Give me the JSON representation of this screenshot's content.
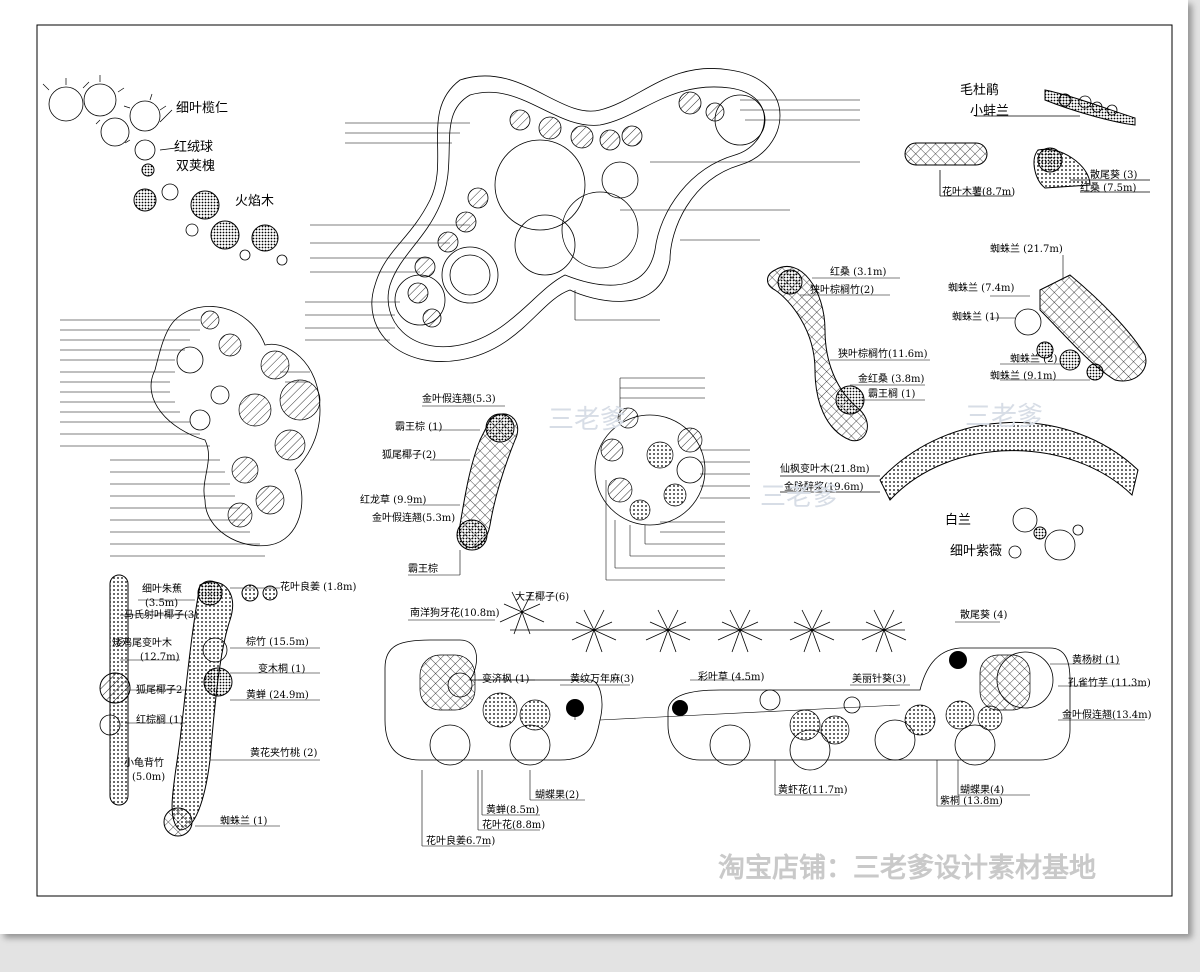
{
  "labels_top_left": [
    "细叶榄仁",
    "红绒球",
    "双荚槐",
    "火焰木"
  ],
  "labels_top_right": [
    "毛杜鹃",
    "小蚌兰",
    "花叶木薯(8.7m)",
    "散尾葵 (3)",
    "红桑 (7.5m)"
  ],
  "labels_mid_right": [
    "红桑 (3.1m)",
    "狭叶棕榈竹(2)",
    "狭叶棕榈竹(11.6m)",
    "金红桑 (3.8m)",
    "霸王榈 (1)"
  ],
  "labels_far_right": [
    "蜘蛛兰 (21.7m)",
    "蜘蛛兰 (7.4m)",
    "蜘蛛兰 (1)",
    "蜘蛛兰 (2)",
    "蜘蛛兰 (9.1m)"
  ],
  "labels_center": [
    "金叶假连翘(5.3)",
    "霸王棕 (1)",
    "狐尾椰子(2)",
    "红龙草 (9.9m)",
    "金叶假连翘(5.3m)",
    "霸王棕"
  ],
  "labels_arc": [
    "仙枫变叶木(21.8m)",
    "金脉醉浆(19.6m)",
    "白兰",
    "细叶紫薇"
  ],
  "labels_bottom_left": [
    "细叶朱蕉",
    "(3.5m)",
    "马氏射叶椰子(3)",
    "矮鸡尾变叶木",
    "(12.7m)",
    "狐尾椰子2",
    "红棕榈 (1)",
    "小龟背竹",
    "(5.0m)",
    "花叶良姜 (1.8m)",
    "棕竹 (15.5m)",
    "变木桐 (1)",
    "黄蝉 (24.9m)",
    "黄花夹竹桃 (2)",
    "蜘蛛兰 (1)"
  ],
  "labels_bottom": [
    "大王椰子(6)",
    "南洋狗牙花(10.8m)",
    "变济枫 (1)",
    "黄纹万年麻(3)",
    "彩叶草 (4.5m)",
    "美丽针葵(3)",
    "散尾葵 (4)",
    "黄杨树 (1)",
    "孔雀竹芋 (11.3m)",
    "金叶假连翘(13.4m)",
    "黄蝉(8.5m)",
    "花叶良姜6.7m)",
    "花叶花(8.8m)",
    "蝴蝶果(2)",
    "黄虾花(11.7m)",
    "紫桐 (13.8m)",
    "蝴蝶果(4)"
  ],
  "watermarks": [
    "三老爹",
    "三老爹",
    "三老爹"
  ],
  "shop_banner": "淘宝店铺：三老爹设计素材基地",
  "colors": {
    "paper": "#ffffff",
    "ink": "#000000",
    "background": "#e3e3e3",
    "watermark": "#d7dde6"
  }
}
